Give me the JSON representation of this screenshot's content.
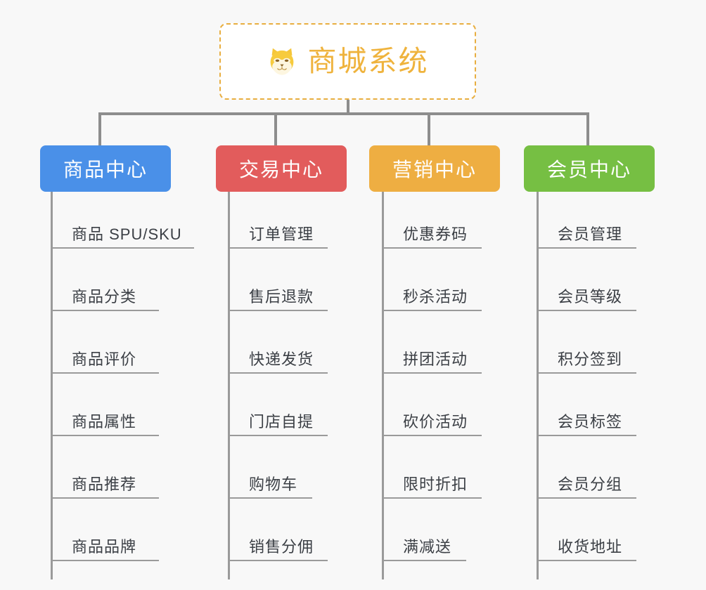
{
  "background_color": "#f8f8f8",
  "connector_color": "#8d8d8d",
  "root": {
    "title": "商城系统",
    "icon": "shiba-dog-face-icon",
    "text_color": "#efb33d",
    "border_color": "#e8ae40",
    "fill_color": "#ffffff"
  },
  "branches": [
    {
      "label": "商品中心",
      "color": "#4a90e8",
      "items": [
        "商品 SPU/SKU",
        "商品分类",
        "商品评价",
        "商品属性",
        "商品推荐",
        "商品品牌"
      ]
    },
    {
      "label": "交易中心",
      "color": "#e25c5c",
      "items": [
        "订单管理",
        "售后退款",
        "快递发货",
        "门店自提",
        "购物车",
        "销售分佣"
      ]
    },
    {
      "label": "营销中心",
      "color": "#eeae42",
      "items": [
        "优惠券码",
        "秒杀活动",
        "拼团活动",
        "砍价活动",
        "限时折扣",
        "满减送"
      ]
    },
    {
      "label": "会员中心",
      "color": "#76bf43",
      "items": [
        "会员管理",
        "会员等级",
        "积分签到",
        "会员标签",
        "会员分组",
        "收货地址"
      ]
    }
  ]
}
